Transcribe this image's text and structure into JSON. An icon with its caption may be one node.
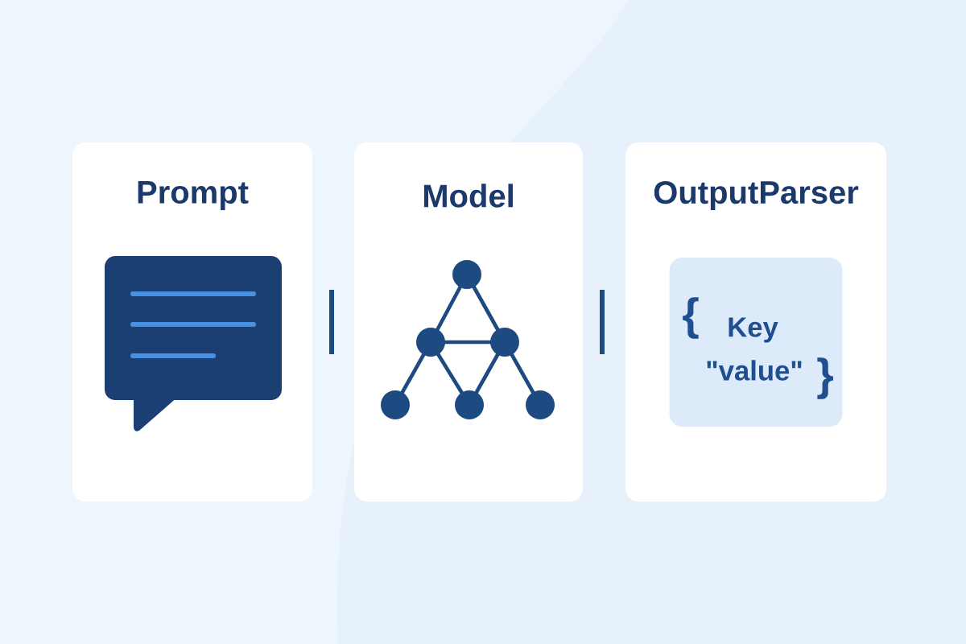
{
  "diagram": {
    "nodes": [
      {
        "text": [
          "Prompt"
        ]
      },
      {
        "text": [
          "Model"
        ]
      },
      {
        "text": [
          "OutputParser"
        ]
      },
      {
        "text": [
          "{",
          "Key",
          "\"value\"",
          "}"
        ],
        "in": 2
      }
    ]
  }
}
